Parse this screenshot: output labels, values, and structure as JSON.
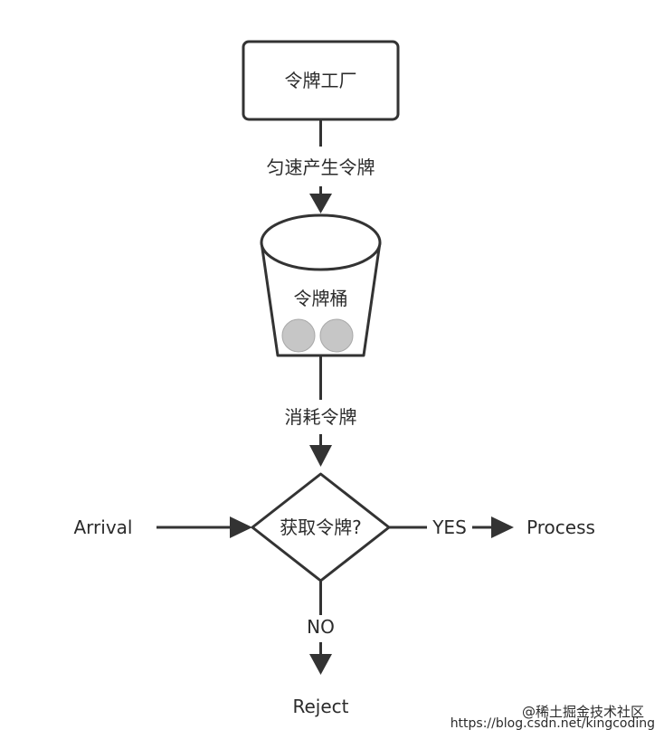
{
  "nodes": {
    "factory": "令牌工厂",
    "bucket": "令牌桶",
    "decision": "获取令牌?",
    "arrival": "Arrival",
    "process": "Process",
    "reject": "Reject"
  },
  "edges": {
    "produce": "匀速产生令牌",
    "consume": "消耗令牌",
    "yes": "YES",
    "no": "NO"
  },
  "watermark": {
    "line1": "@稀土掘金技术社区",
    "line2": "https://blog.csdn.net/kingcoding"
  },
  "colors": {
    "stroke": "#333333",
    "token": "#c6c6c6",
    "token_stroke": "#a8a8a8"
  }
}
